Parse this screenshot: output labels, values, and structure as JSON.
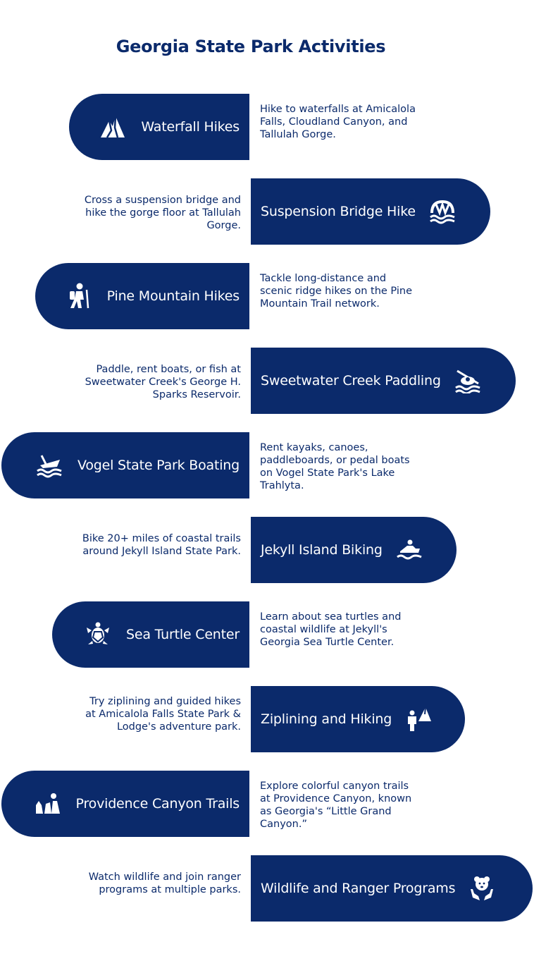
{
  "title": "Georgia State Park Activities",
  "colors": {
    "accent": "#0b2a6b",
    "background": "#ffffff"
  },
  "activities": [
    {
      "label": "Waterfall Hikes",
      "icon": "mountain-icon",
      "description": "Hike to waterfalls at Amicalola Falls, Cloudland Canyon, and Tallulah Gorge."
    },
    {
      "label": "Suspension Bridge Hike",
      "icon": "bridge-icon",
      "description": "Cross a suspension bridge and hike the gorge floor at Tallulah Gorge."
    },
    {
      "label": "Pine Mountain Hikes",
      "icon": "hiker-icon",
      "description": "Tackle long-distance and scenic ridge hikes on the Pine Mountain Trail network."
    },
    {
      "label": "Sweetwater Creek Paddling",
      "icon": "kayak-icon",
      "description": "Paddle, rent boats, or fish at Sweetwater Creek's George H. Sparks Reservoir."
    },
    {
      "label": "Vogel State Park Boating",
      "icon": "boat-icon",
      "description": "Rent kayaks, canoes, paddleboards, or pedal boats on Vogel State Park's Lake Trahlyta."
    },
    {
      "label": "Jekyll Island Biking",
      "icon": "jetski-icon",
      "description": "Bike 20+ miles of coastal trails around Jekyll Island State Park."
    },
    {
      "label": "Sea Turtle Center",
      "icon": "turtle-icon",
      "description": "Learn about sea turtles and coastal wildlife at Jekyll's Georgia Sea Turtle Center."
    },
    {
      "label": "Ziplining and Hiking",
      "icon": "people-mountain-icon",
      "description": "Try ziplining and guided hikes at Amicalola Falls State Park & Lodge's adventure park."
    },
    {
      "label": "Providence Canyon Trails",
      "icon": "canyon-icon",
      "description": "Explore colorful canyon trails at Providence Canyon, known as Georgia's “Little Grand Canyon.”"
    },
    {
      "label": "Wildlife and Ranger Programs",
      "icon": "bear-icon",
      "description": "Watch wildlife and join ranger programs at multiple parks."
    }
  ]
}
